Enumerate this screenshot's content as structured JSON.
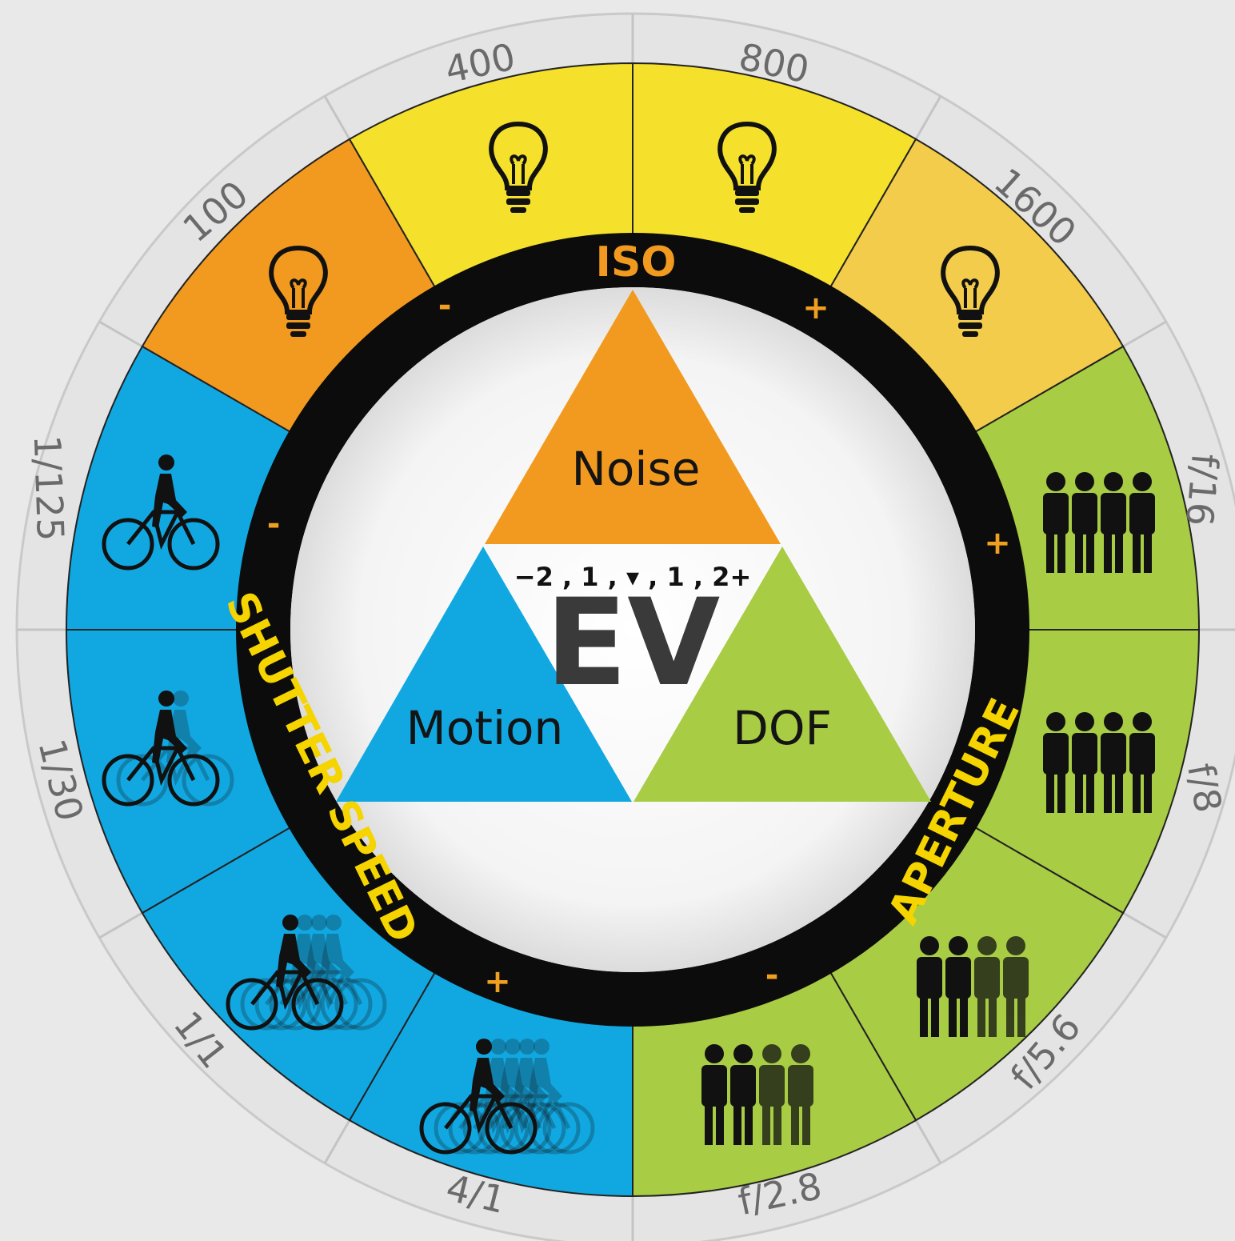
{
  "colors": {
    "orange": "#f29a1f",
    "yellow": "#f5e02c",
    "blue": "#11a8e2",
    "green": "#a8cc44",
    "ring": "#0c0c0c",
    "iso_label": "#f29a1f",
    "ring_label": "#f5d400",
    "outer_label": "#6a6a6a"
  },
  "outer_labels": {
    "iso": [
      "100",
      "400",
      "800",
      "1600"
    ],
    "aperture": [
      "f/16",
      "f/8",
      "f/5.6",
      "f/2.8"
    ],
    "shutter": [
      "1/125",
      "1/30",
      "1/1",
      "4/1"
    ]
  },
  "ring_labels": {
    "iso": "ISO",
    "shutter": "SHUTTER SPEED",
    "aperture": "APERTURE"
  },
  "signs": {
    "iso_minus": "-",
    "iso_plus": "+",
    "aperture_plus": "+",
    "aperture_minus": "-",
    "shutter_minus": "-",
    "shutter_plus": "+"
  },
  "triangle": {
    "noise": "Noise",
    "motion": "Motion",
    "dof": "DOF",
    "ev": "EV",
    "scale": "−2 , 1 , ▾ , 1 , 2+"
  },
  "icons": {
    "iso": "light-bulb-icon",
    "shutter": "cyclist-icon",
    "aperture": "people-group-icon"
  }
}
